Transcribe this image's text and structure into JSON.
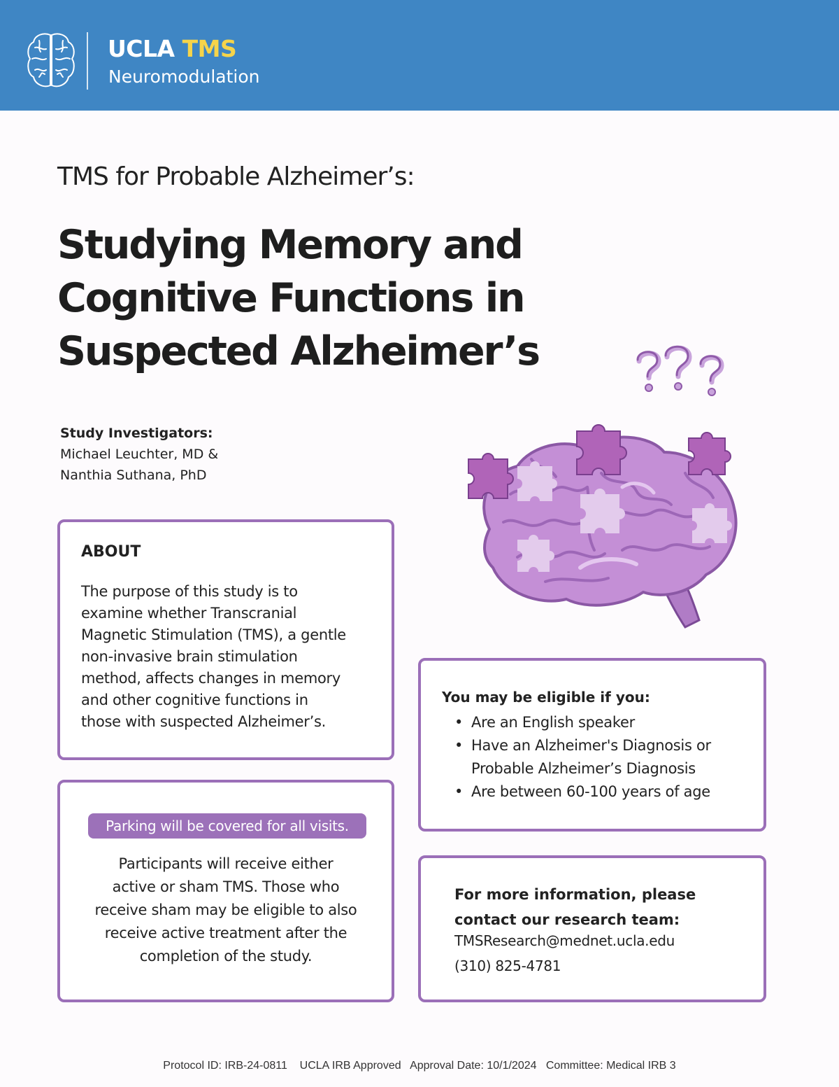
{
  "header": {
    "brand_ucla": "UCLA",
    "brand_tms": "TMS",
    "brand_sub": "Neuromodulation",
    "colors": {
      "bar": "#3f86c4",
      "tms": "#f6d44a"
    }
  },
  "pretitle": "TMS for Probable Alzheimer’s:",
  "title_lines": [
    "Studying Memory and",
    "Cognitive Functions in",
    "Suspected Alzheimer’s"
  ],
  "investigators": {
    "label": "Study Investigators:",
    "names": [
      "Michael Leuchter, MD &",
      "Nanthia Suthana, PhD"
    ]
  },
  "about": {
    "heading": "ABOUT",
    "lines": [
      "The purpose of this study is to",
      "examine whether Transcranial",
      "Magnetic Stimulation (TMS), a gentle",
      "non-invasive brain stimulation",
      "method, affects changes in memory",
      "and other cognitive functions in",
      "those with suspected Alzheimer’s."
    ]
  },
  "parking": {
    "pill": "Parking will be covered for all visits.",
    "lines": [
      "Participants will receive either",
      "active or sham TMS. Those who",
      "receive sham may be eligible to also",
      "receive active treatment after the",
      "completion of the study."
    ]
  },
  "eligibility": {
    "heading": "You may be eligible if you:",
    "items": [
      [
        "Are an English speaker"
      ],
      [
        "Have an Alzheimer's Diagnosis or",
        "Probable Alzheimer’s Diagnosis"
      ],
      [
        "Are between 60-100 years of age"
      ]
    ]
  },
  "contact": {
    "heading_lines": [
      "For more information, please",
      "contact our research team:"
    ],
    "email": "TMSResearch@mednet.ucla.edu",
    "phone": "(310) 825-4781"
  },
  "footer": "Protocol ID: IRB-24-0811    UCLA IRB Approved   Approval Date: 10/1/2024   Committee: Medical IRB 3",
  "icons": {
    "logo": "brain-outline-icon",
    "illustration": "puzzle-brain-icon",
    "question": "question-marks-icon"
  },
  "accent_color": "#9b6fb8"
}
